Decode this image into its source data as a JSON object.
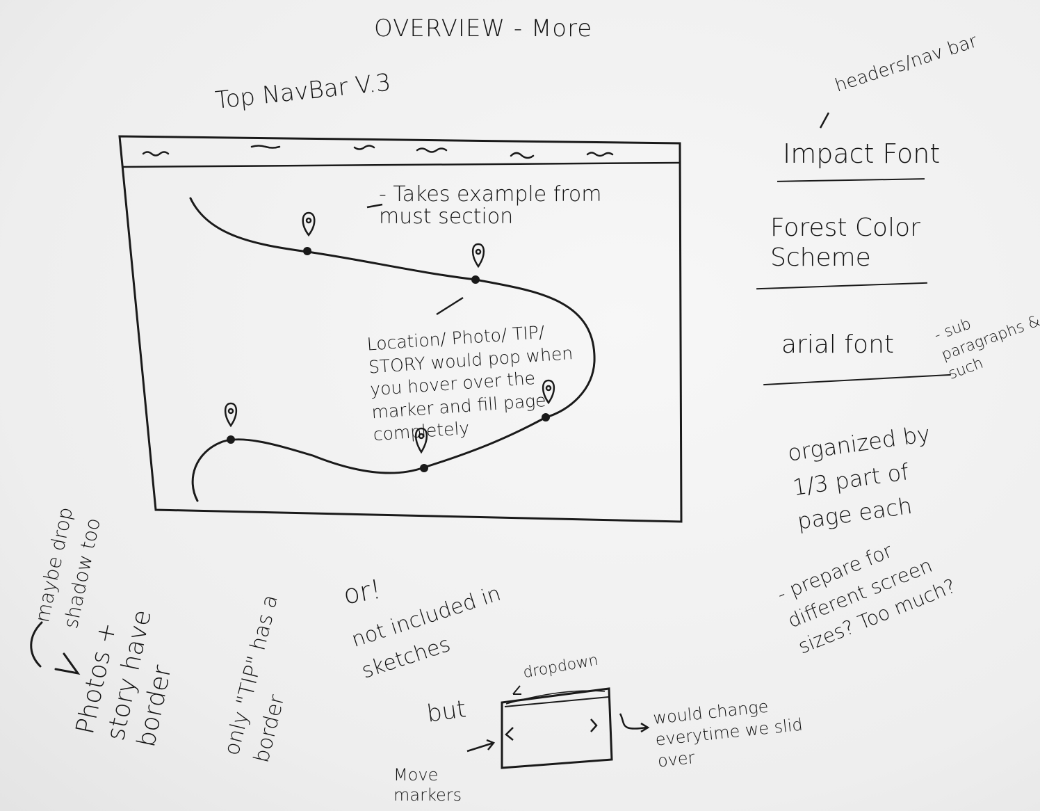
{
  "page_title": "OVERVIEW - More",
  "wireframe": {
    "title": "Top NavBar V.3",
    "curve_note": "- Takes example from must section",
    "hover_note": "Location/ Photo/ TIP/ STORY would pop when you hover over the marker and fill page completely"
  },
  "style_notes": {
    "headers_note": "headers/nav bar",
    "impact_font": "Impact Font",
    "color_scheme": "Forest Color Scheme",
    "arial_font": "arial font",
    "sub_note": "- sub paragraphs & such",
    "layout_note": "organized by 1/3 part of page each",
    "screens_note": "- prepare for different screen sizes? Too much?"
  },
  "border_notes": {
    "drop_shadow": "maybe drop shadow too",
    "photos_story": "Photos + story have border",
    "tip_border": "only \"TIP\" has a border"
  },
  "alternative": {
    "or_label": "or!",
    "not_included": "not included in sketches",
    "but_label": "but",
    "dropdown_label": "dropdown",
    "move_markers": "Move markers",
    "would_change": "would change everytime we slid over",
    "prev_arrow": "<",
    "next_arrow": ">"
  },
  "colors": {
    "ink": "#1a1a1a",
    "paper": "#f1f1f1"
  },
  "icons": [
    "map-pin-icon",
    "chevron-left-icon",
    "chevron-right-icon",
    "arrow-icon"
  ]
}
